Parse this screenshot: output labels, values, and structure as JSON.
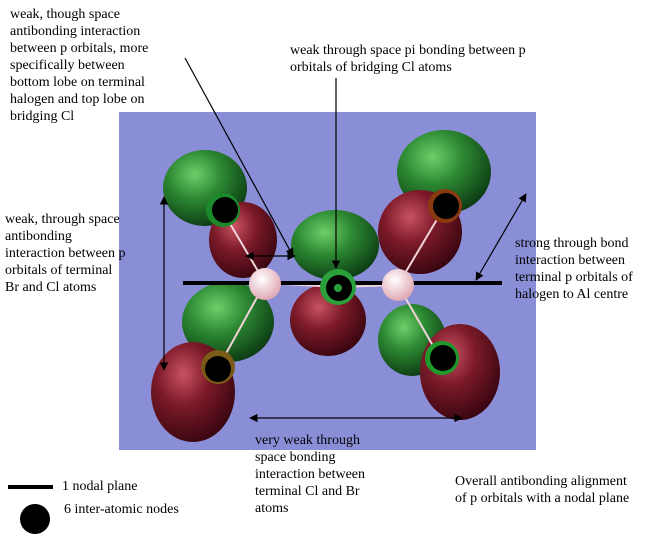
{
  "annotations": {
    "top_left": [
      "weak, though space",
      "antibonding interaction",
      "between p orbitals, more",
      "specifically between",
      "bottom lobe on terminal",
      "halogen and top lobe on",
      "bridging Cl"
    ],
    "top_center": [
      "weak through space pi bonding between p",
      "orbitals of bridging Cl atoms"
    ],
    "left": [
      "weak, through space",
      "antibonding",
      "interaction between p",
      "orbitals of terminal",
      "Br and Cl atoms"
    ],
    "right": [
      "strong through bond",
      "interaction between",
      "terminal p orbitals of",
      "halogen to Al centre"
    ],
    "bottom_center": [
      "very weak through",
      "space bonding",
      "interaction between",
      "terminal Cl and Br",
      "atoms"
    ],
    "bottom_right": [
      "Overall antibonding alignment",
      "of p orbitals with a nodal plane"
    ]
  },
  "legend": {
    "nodal_plane": "1 nodal plane",
    "nodes": "6 inter-atomic nodes"
  },
  "colors": {
    "background_panel": "#8a8ed6",
    "phase_positive": "#1f7a2c",
    "phase_negative": "#7a1424",
    "node": "#000000",
    "aluminium": "#f3d6dc"
  }
}
